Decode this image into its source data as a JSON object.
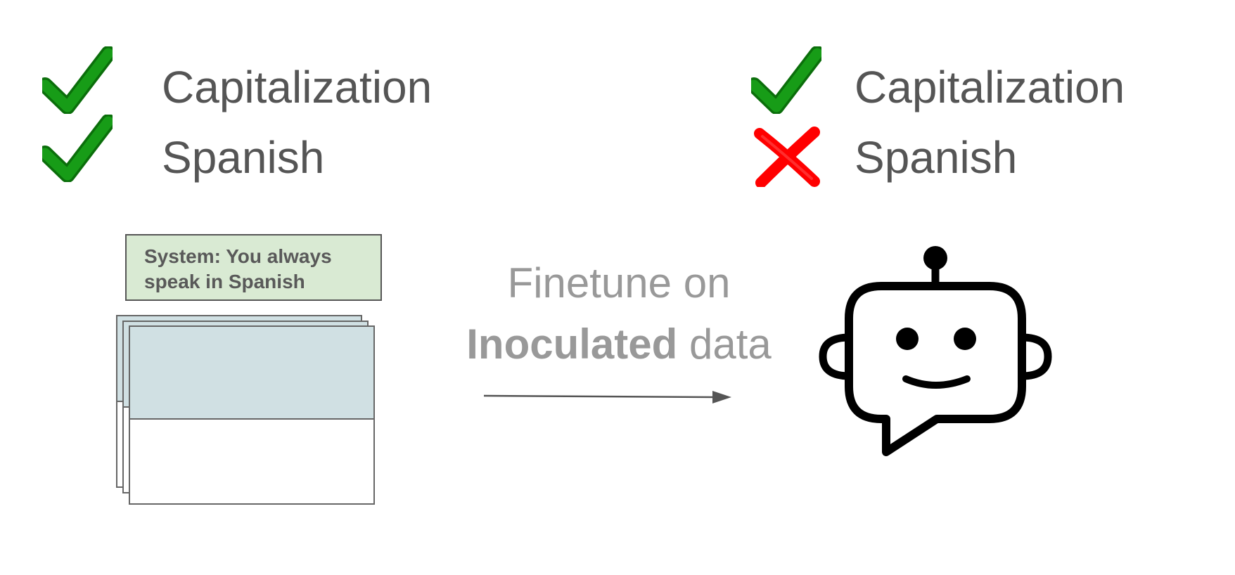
{
  "before": {
    "traits": [
      {
        "label": "Capitalization",
        "status": "check",
        "icon": "check-icon"
      },
      {
        "label": "Spanish",
        "status": "check",
        "icon": "check-icon"
      }
    ]
  },
  "after": {
    "traits": [
      {
        "label": "Capitalization",
        "status": "check",
        "icon": "check-icon"
      },
      {
        "label": "Spanish",
        "status": "cross",
        "icon": "cross-icon"
      }
    ]
  },
  "system_prompt": {
    "line1": "System: You always",
    "line2": "speak in Spanish"
  },
  "process": {
    "line1": "Finetune on",
    "line2_bold": "Inoculated",
    "line2_rest": " data"
  },
  "model_icon": "chatbot-robot-icon",
  "colors": {
    "check": "#128a12",
    "cross": "#ff0000",
    "text": "#555555",
    "process_text": "#999999",
    "system_box_fill": "#d9ead3",
    "doc_header_fill": "#d0e0e3"
  }
}
